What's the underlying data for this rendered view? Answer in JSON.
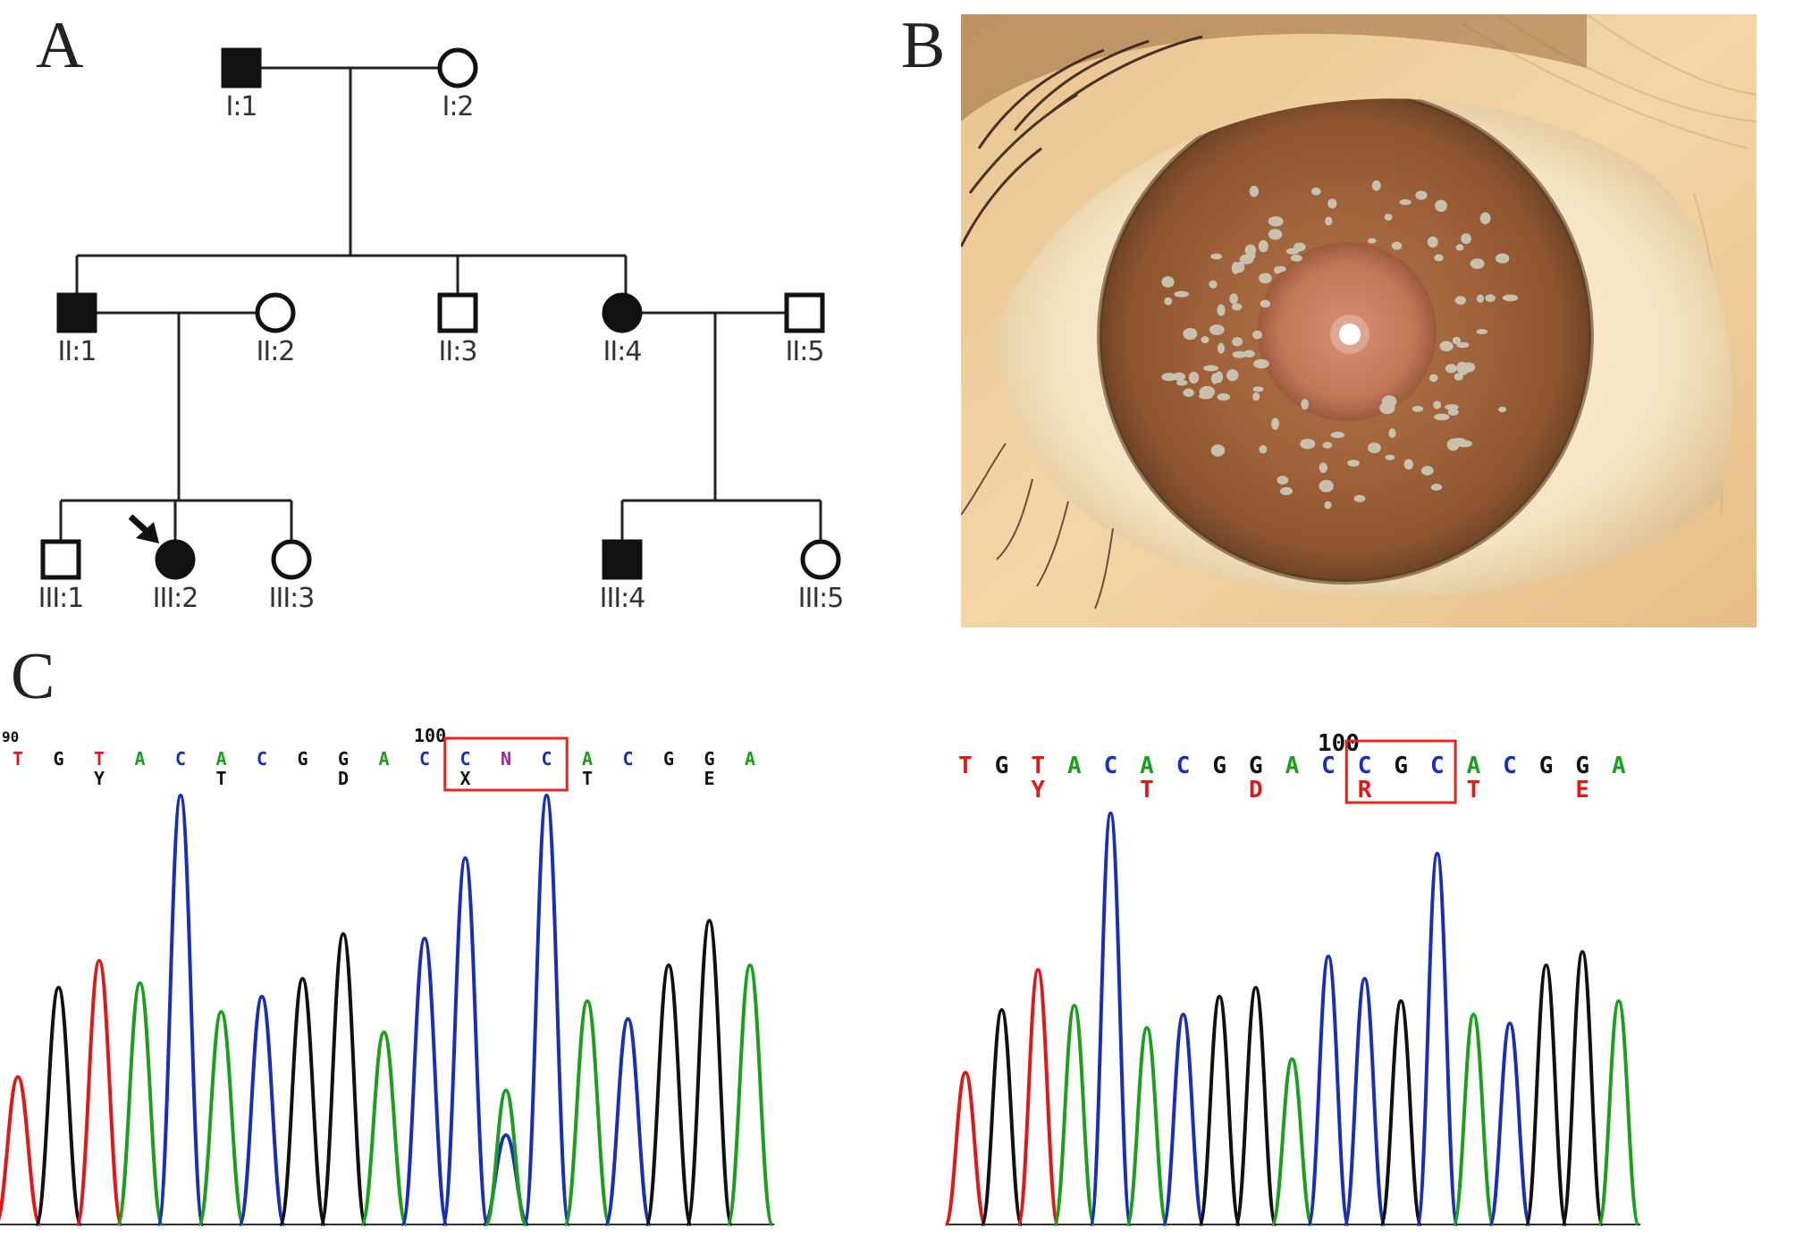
{
  "panels": {
    "a": "A",
    "b": "B",
    "c": "C"
  },
  "pedigree": {
    "individuals": [
      {
        "id": "I:1",
        "sex": "male",
        "affected": true
      },
      {
        "id": "I:2",
        "sex": "female",
        "affected": false
      },
      {
        "id": "II:1",
        "sex": "male",
        "affected": true
      },
      {
        "id": "II:2",
        "sex": "female",
        "affected": false
      },
      {
        "id": "II:3",
        "sex": "male",
        "affected": false
      },
      {
        "id": "II:4",
        "sex": "female",
        "affected": true
      },
      {
        "id": "II:5",
        "sex": "male",
        "affected": false
      },
      {
        "id": "III:1",
        "sex": "male",
        "affected": false
      },
      {
        "id": "III:2",
        "sex": "female",
        "affected": true,
        "proband": true
      },
      {
        "id": "III:3",
        "sex": "female",
        "affected": false
      },
      {
        "id": "III:4",
        "sex": "male",
        "affected": true
      },
      {
        "id": "III:5",
        "sex": "female",
        "affected": false
      }
    ]
  },
  "chromatograms": {
    "colors": {
      "A": "#1aa01a",
      "C": "#1a2fb8",
      "G": "#111111",
      "T": "#e01818",
      "N": "#a020a0",
      "highlight": "#e8221c"
    },
    "left": {
      "start_position": "90",
      "position_marker": "100",
      "bases": [
        "T",
        "G",
        "T",
        "A",
        "C",
        "A",
        "C",
        "G",
        "G",
        "A",
        "C",
        "C",
        "N",
        "C",
        "A",
        "C",
        "G",
        "G",
        "A"
      ],
      "secondary": [
        "",
        "",
        "Y",
        "",
        "",
        "T",
        "",
        "",
        "D",
        "",
        "",
        "X",
        "",
        "",
        "T",
        "",
        "",
        "E",
        ""
      ],
      "highlight": [
        11,
        13
      ]
    },
    "right": {
      "position_marker": "100",
      "bases": [
        "T",
        "G",
        "T",
        "A",
        "C",
        "A",
        "C",
        "G",
        "G",
        "A",
        "C",
        "C",
        "G",
        "C",
        "A",
        "C",
        "G",
        "G",
        "A"
      ],
      "secondary": [
        "",
        "",
        "Y",
        "",
        "",
        "T",
        "",
        "",
        "D",
        "",
        "",
        "R",
        "",
        "",
        "T",
        "",
        "",
        "E",
        ""
      ],
      "highlight": [
        11,
        13
      ]
    }
  }
}
